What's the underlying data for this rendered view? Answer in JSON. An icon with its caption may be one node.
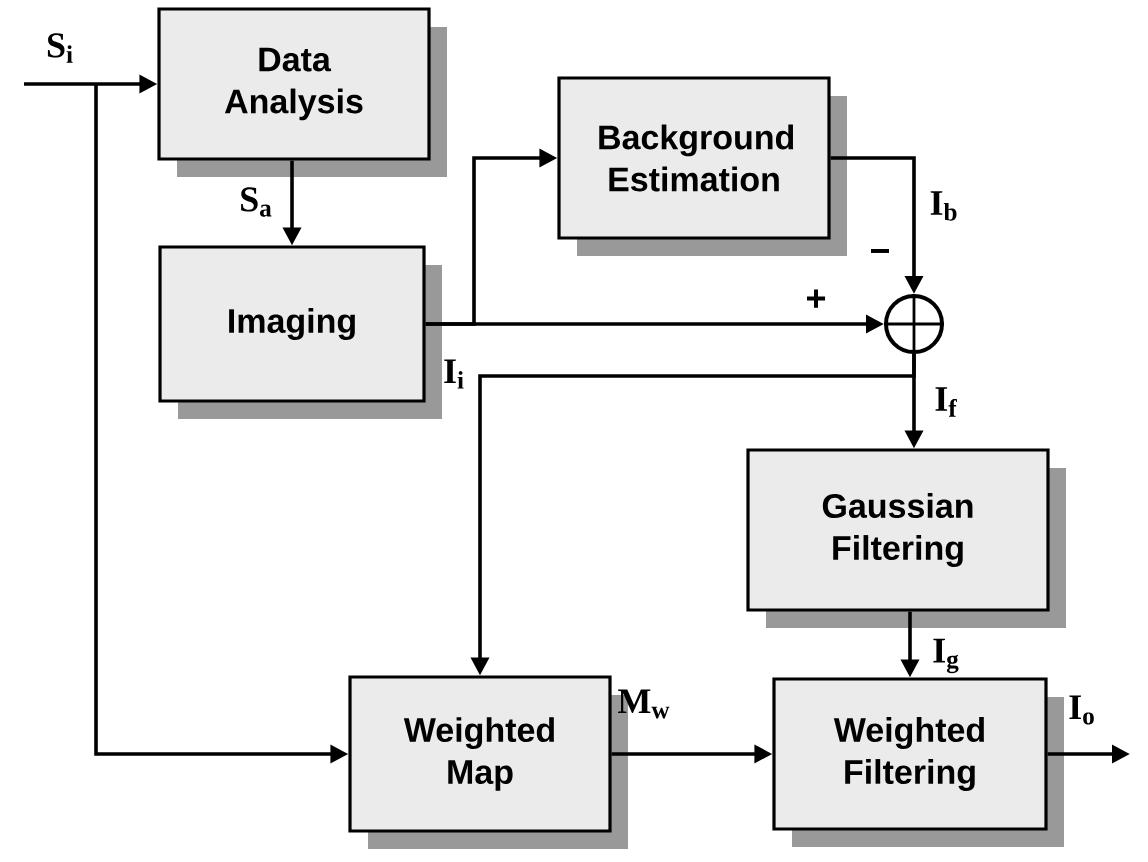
{
  "diagram": {
    "nodes": [
      {
        "text": [
          "Data Analysis"
        ]
      },
      {
        "text": [
          "Imaging"
        ]
      },
      {
        "text": [
          "Background Estimation"
        ]
      },
      {
        "text": [],
        "shape": "circle"
      },
      {
        "text": [
          "Gaussian Filtering"
        ]
      },
      {
        "text": [
          "Weighted Map"
        ]
      },
      {
        "text": [
          "Weighted Filtering"
        ]
      }
    ],
    "edges": [
      {
        "from": null,
        "to": 0,
        "arrow": "to",
        "label": "S$_{i}$"
      },
      {
        "from": null,
        "to": 5,
        "arrow": "to"
      },
      {
        "from": 0,
        "to": 1,
        "arrow": "to",
        "label": "S$_{a}$"
      },
      {
        "from": 1,
        "to": 2,
        "arrow": "to"
      },
      {
        "from": 1,
        "to": 3,
        "arrow": "to",
        "label": "I$_{i}$"
      },
      {
        "from": 2,
        "to": 3,
        "arrow": "to",
        "label": "I$_{b}$"
      },
      {
        "from": 3,
        "to": 4,
        "arrow": "to",
        "label": "I$_{f}$"
      },
      {
        "from": 3,
        "to": 5,
        "arrow": "to"
      },
      {
        "from": 4,
        "to": 6,
        "arrow": "to",
        "label": "I$_{g}$"
      },
      {
        "from": 5,
        "to": 6,
        "arrow": "to",
        "label": "M$_{w}$"
      },
      {
        "from": 6,
        "to": null,
        "arrow": "to",
        "label": "I$_{o}$"
      }
    ],
    "labels": [
      "+",
      "−"
    ]
  }
}
